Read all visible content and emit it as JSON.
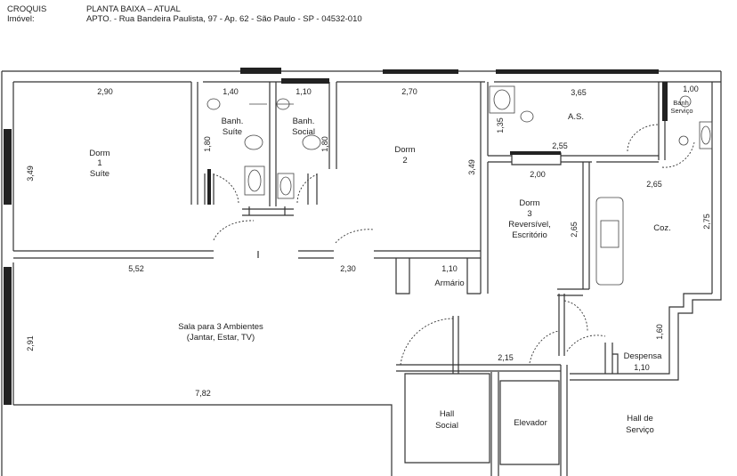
{
  "header": {
    "croquis_label": "CROQUIS",
    "imovel_label": "Imóvel:",
    "plan_title": "PLANTA BAIXA – ATUAL",
    "address": "APTO. - Rua Bandeira Paulista, 97 - Ap. 62 - São Paulo - SP - 04532-010"
  },
  "rooms": {
    "dorm1": {
      "line1": "Dorm",
      "line2": "1",
      "line3": "Suíte"
    },
    "banh_suite": {
      "line1": "Banh.",
      "line2": "Suíte"
    },
    "banh_social": {
      "line1": "Banh.",
      "line2": "Social"
    },
    "dorm2": {
      "line1": "Dorm",
      "line2": "2"
    },
    "as": {
      "line1": "A.S."
    },
    "banh_servico": {
      "line1": "Banh",
      "line2": "Serviço"
    },
    "dorm3": {
      "line1": "Dorm",
      "line2": "3",
      "line3": "Reversível,",
      "line4": "Escritório"
    },
    "coz": {
      "line1": "Coz."
    },
    "armario": {
      "line1": "Armário"
    },
    "sala": {
      "line1": "Sala para 3 Ambientes",
      "line2": "(Jantar, Estar, TV)"
    },
    "despensa": {
      "line1": "Despensa"
    },
    "hall_social": {
      "line1": "Hall",
      "line2": "Social"
    },
    "elevador": {
      "line1": "Elevador"
    },
    "hall_servico": {
      "line1": "Hall de",
      "line2": "Serviço"
    }
  },
  "dimensions": {
    "d_290": "2,90",
    "d_140": "1,40",
    "d_110a": "1,10",
    "d_270": "2,70",
    "d_365": "3,65",
    "d_100": "1,00",
    "d_349a": "3,49",
    "d_180a": "1,80",
    "d_180b": "1,80",
    "d_349b": "3,49",
    "d_135": "1,35",
    "d_255": "2,55",
    "d_200": "2,00",
    "d_265a": "2,65",
    "d_265b": "2,65",
    "d_275": "2,75",
    "d_552": "5,52",
    "d_230": "2,30",
    "d_110b": "1,10",
    "d_291": "2,91",
    "d_160": "1,60",
    "d_215": "2,15",
    "d_110c": "1,10",
    "d_782": "7,82"
  }
}
